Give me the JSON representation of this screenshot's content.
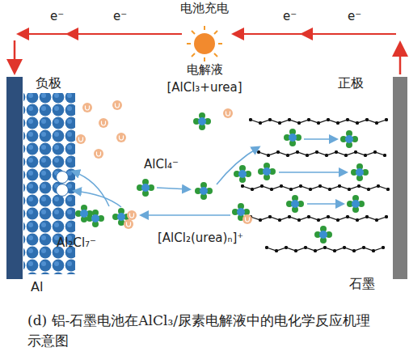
{
  "diagram": {
    "caption": "(d) 铝-石墨电池在AlCl₃/尿素电解液中的电化学反应机理示意图",
    "labels": [
      "e⁻",
      "e⁻",
      "电池充电",
      "e⁻",
      "e⁻",
      "电解液",
      "[AlCl₃+urea]",
      "负极",
      "正极",
      "AlCl₄⁻",
      "Al₂Cl₇⁻",
      "[AlCl₂(urea)ₙ]⁺",
      "Al",
      "石墨"
    ]
  }
}
